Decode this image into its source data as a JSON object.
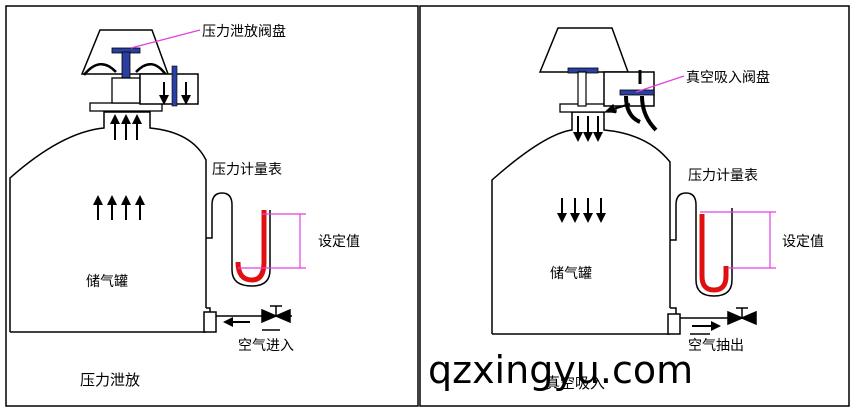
{
  "colors": {
    "pink_leader": "#e040e0",
    "mercury": "#e01010",
    "valve_blue": "#2a3f9f",
    "outline": "#000000"
  },
  "left_panel": {
    "valve_label": "压力泄放阀盘",
    "gauge_label": "压力计量表",
    "set_value_label": "设定值",
    "tank_label": "储气罐",
    "inlet_label": "空气进入",
    "caption": "压力泄放"
  },
  "right_panel": {
    "valve_label": "真空吸入阀盘",
    "gauge_label": "压力计量表",
    "set_value_label": "设定值",
    "tank_label": "储气罐",
    "outlet_label": "空气抽出",
    "caption": "真空吸入"
  },
  "watermark": "qzxingyu.com"
}
